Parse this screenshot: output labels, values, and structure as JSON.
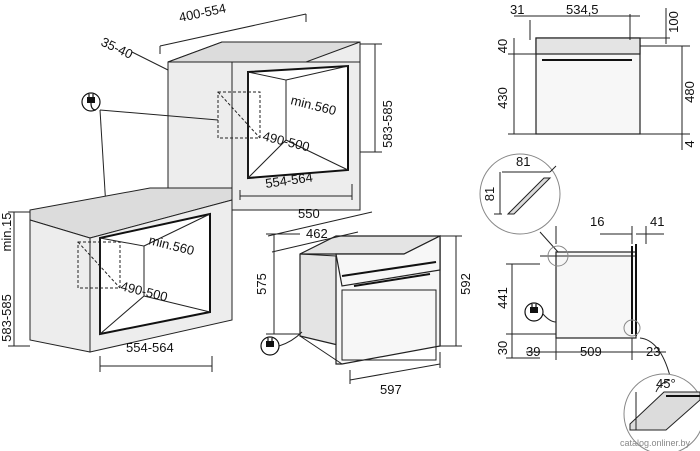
{
  "column_dims": {
    "width_range": "400-554",
    "depth_range": "35-40",
    "opening_depth": "min.560",
    "opening_height": "490-500",
    "opening_width": "554-564",
    "niche_height": "583-585"
  },
  "counter_dims": {
    "min_gap": "min.15",
    "niche_height": "583-585",
    "opening_depth": "min.560",
    "opening_height": "490-500",
    "opening_width": "554-564"
  },
  "oven_dims": {
    "depth_total": "550",
    "depth_body": "462",
    "height_body": "575",
    "height_total": "592",
    "width": "597"
  },
  "top_view_dims": {
    "left_offset": "31",
    "width": "534,5",
    "top_clearance": "100",
    "front_depth": "40",
    "body_depth": "430",
    "total_depth": "480",
    "rear_offset": "4"
  },
  "side_view_dims": {
    "panel_height": "16",
    "panel_width": "41",
    "height": "441",
    "bottom": "30",
    "left": "39",
    "depth": "509",
    "right": "23"
  },
  "detail_dims": {
    "detail_width": "81",
    "detail_height": "81",
    "angle": "45°"
  },
  "watermark": "catalog.onliner.by"
}
